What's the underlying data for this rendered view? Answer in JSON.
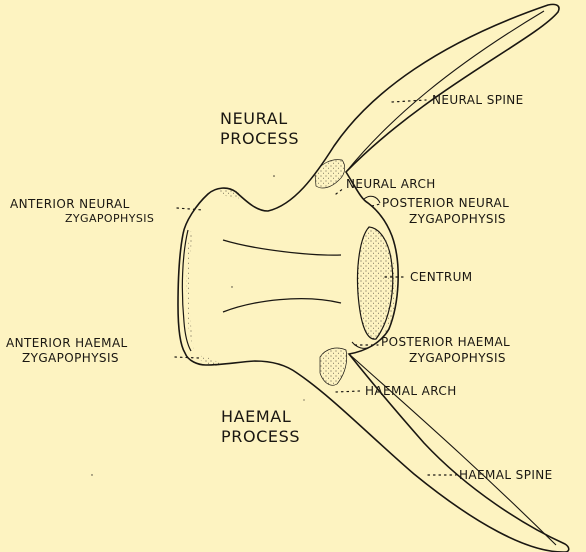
{
  "labels": {
    "neural_process_line1": "NEURAL",
    "neural_process_line2": "PROCESS",
    "neural_spine": "NEURAL SPINE",
    "anterior_neural_zygapophysis_line1": "ANTERIOR NEURAL",
    "anterior_neural_zygapophysis_line2": "ZYGAPOPHYSIS",
    "neural_arch": "NEURAL ARCH",
    "posterior_neural_zygapophysis_line1": "POSTERIOR NEURAL",
    "posterior_neural_zygapophysis_line2": "ZYGAPOPHYSIS",
    "centrum": "CENTRUM",
    "anterior_haemal_zygapophysis_line1": "ANTERIOR HAEMAL",
    "anterior_haemal_zygapophysis_line2": "ZYGAPOPHYSIS",
    "posterior_haemal_zygapophysis_line1": "POSTERIOR HAEMAL",
    "posterior_haemal_zygapophysis_line2": "ZYGAPOPHYSIS",
    "haemal_arch": "HAEMAL ARCH",
    "haemal_process_line1": "HAEMAL",
    "haemal_process_line2": "PROCESS",
    "haemal_spine": "HAEMAL SPINE"
  },
  "colors": {
    "background": "#fdf3c1",
    "ink": "#1a1712",
    "stipple": "#3a352d"
  }
}
